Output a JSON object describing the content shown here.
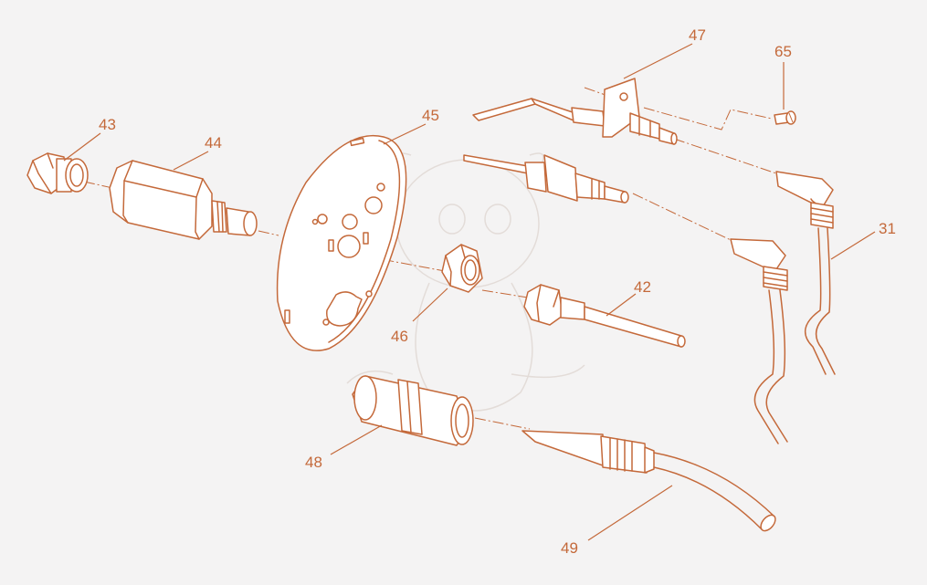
{
  "colors": {
    "line": "#c4693a",
    "background": "#f4f3f3",
    "watermark": "#e3dcd8"
  },
  "callouts": {
    "n43": "43",
    "n44": "44",
    "n45": "45",
    "n46": "46",
    "n47": "47",
    "n65": "65",
    "n42": "42",
    "n31": "31",
    "n48": "48",
    "n49": "49"
  }
}
